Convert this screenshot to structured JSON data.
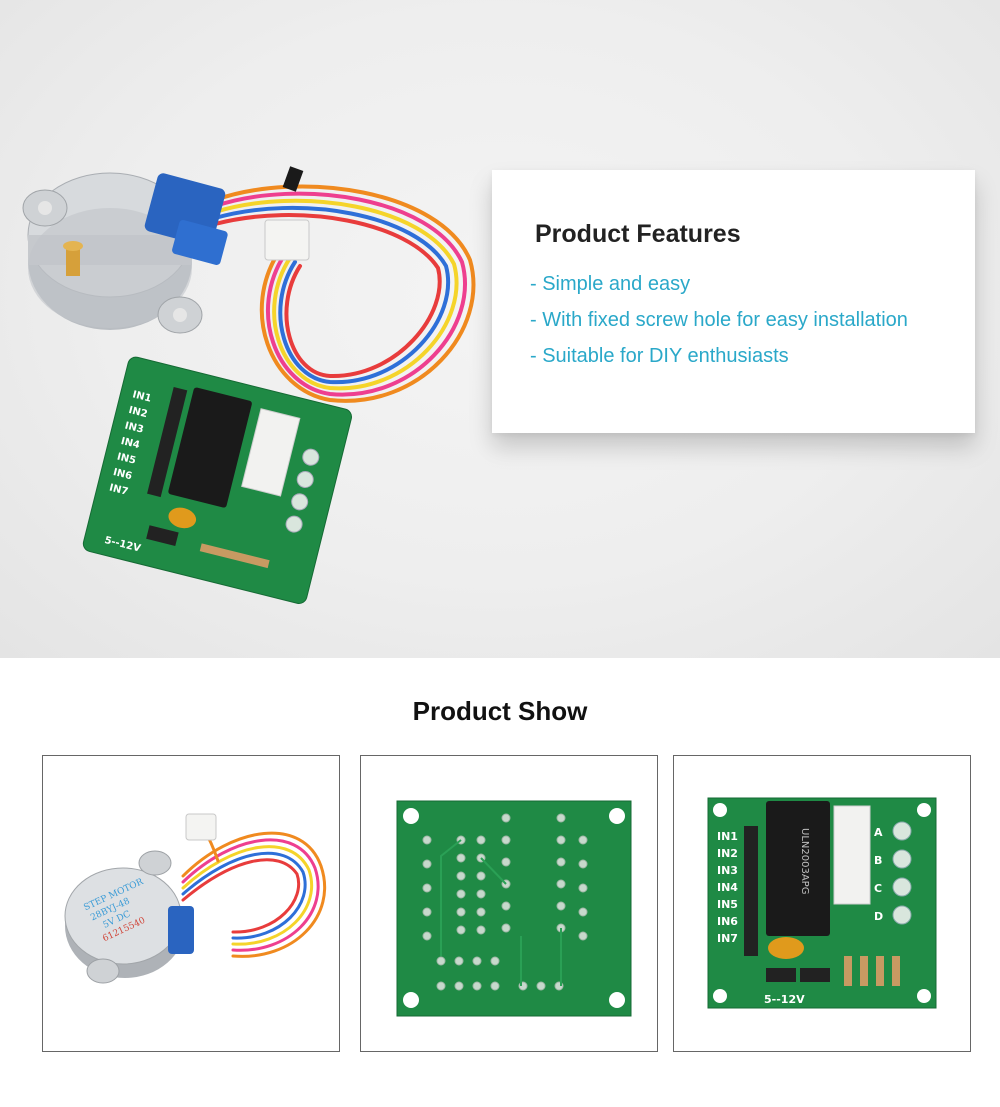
{
  "features": {
    "title": "Product Features",
    "items": [
      "- Simple and easy",
      "- With fixed screw hole for easy installation",
      "- Suitable for DIY enthusiasts"
    ]
  },
  "show": {
    "title": "Product Show"
  },
  "board_labels": {
    "inputs": [
      "IN1",
      "IN2",
      "IN3",
      "IN4",
      "IN5",
      "IN6",
      "IN7"
    ],
    "leds": [
      "A",
      "B",
      "C",
      "D"
    ],
    "voltage": "5--12V"
  },
  "motor_label": [
    "STEP MOTOR",
    "28BYJ-48",
    "5V DC",
    "61215540"
  ],
  "chip_label": "ULN2003APG",
  "colors": {
    "accent": "#2aa8c9",
    "pcb_green": "#1f8a45",
    "title_text": "#222222"
  }
}
